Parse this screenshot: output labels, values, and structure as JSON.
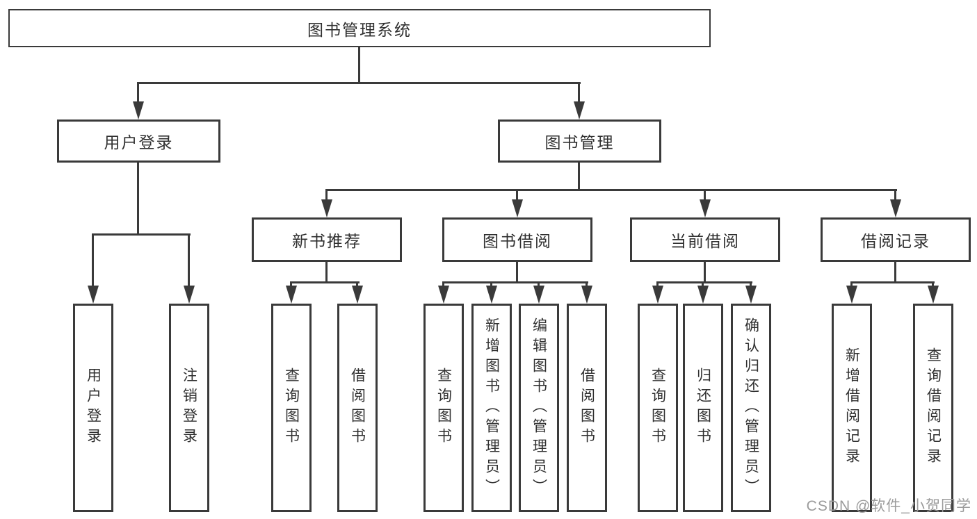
{
  "diagram": {
    "type": "hierarchy-tree",
    "title": "图书管理系统",
    "watermark": "CSDN @软件_小贺同学",
    "colors": {
      "line": "#3a3a3a",
      "text": "#303030",
      "watermark": "#9b9b9b",
      "background": "#ffffff"
    },
    "nodes": {
      "root": {
        "label": "图书管理系统"
      },
      "login": {
        "label": "用户登录"
      },
      "books": {
        "label": "图书管理"
      },
      "recommend": {
        "label": "新书推荐"
      },
      "borrow": {
        "label": "图书借阅"
      },
      "current": {
        "label": "当前借阅"
      },
      "records": {
        "label": "借阅记录"
      }
    },
    "leaves": {
      "login_user": {
        "label": "用户登录"
      },
      "login_logout": {
        "label": "注销登录"
      },
      "rec_query": {
        "label": "查询图书"
      },
      "rec_borrow": {
        "label": "借阅图书"
      },
      "bor_query": {
        "label": "查询图书"
      },
      "bor_add": {
        "label": "新增图书（管理员）"
      },
      "bor_edit": {
        "label": "编辑图书（管理员）"
      },
      "bor_lend": {
        "label": "借阅图书"
      },
      "cur_query": {
        "label": "查询图书"
      },
      "cur_return": {
        "label": "归还图书"
      },
      "cur_confirm": {
        "label": "确认归还（管理员）"
      },
      "log_add": {
        "label": "新增借阅记录"
      },
      "log_query": {
        "label": "查询借阅记录"
      }
    }
  }
}
